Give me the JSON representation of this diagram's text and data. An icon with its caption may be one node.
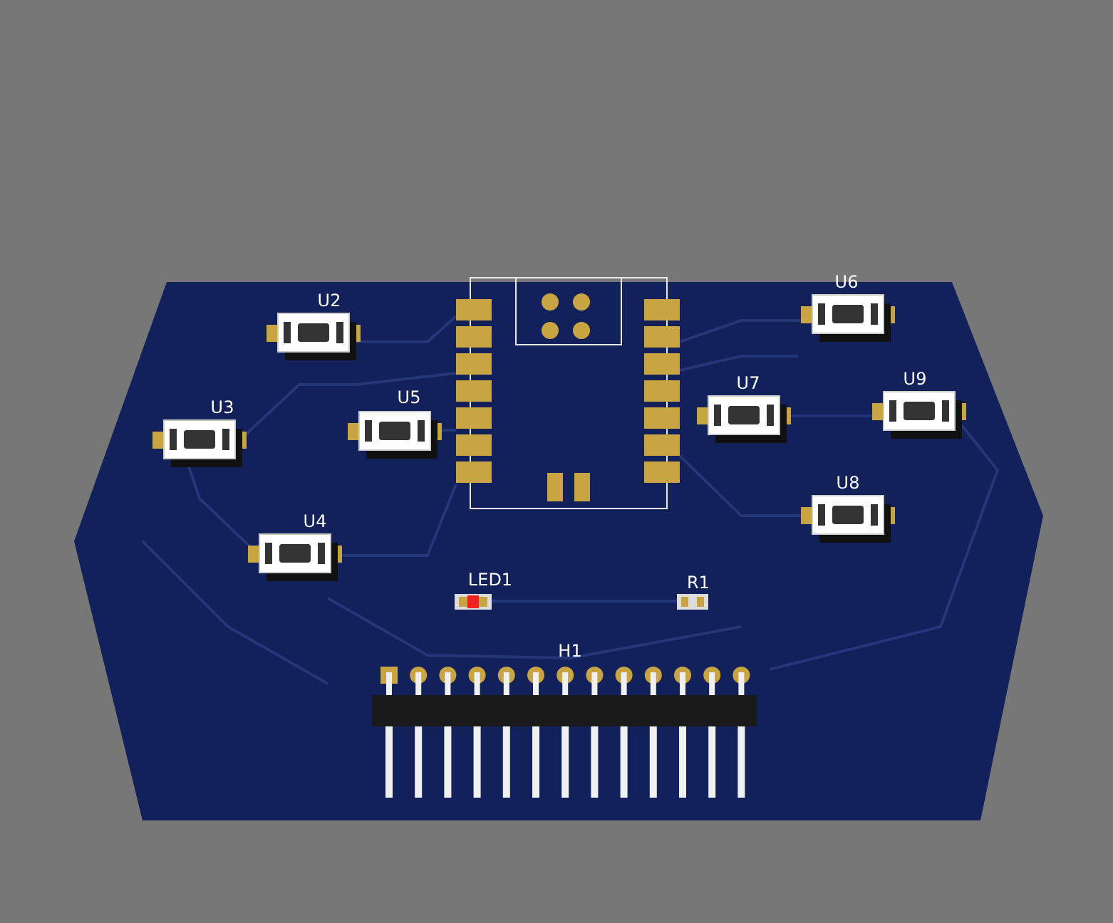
{
  "diagram": {
    "labels": [
      "U6",
      "U2",
      "U9",
      "U7",
      "U5",
      "U3",
      "U8",
      "U4",
      "LED1",
      "R1",
      "H1"
    ]
  }
}
